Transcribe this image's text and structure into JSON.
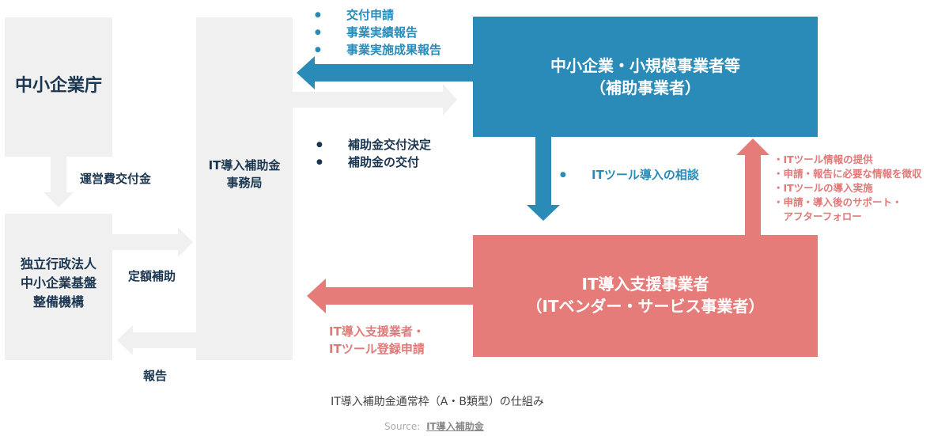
{
  "nodes": {
    "sme_agency": "中小企業庁",
    "smrj": [
      "独立行政法人",
      "中小企業基盤",
      "整備機構"
    ],
    "secretariat": [
      "IT導入補助金",
      "事務局"
    ],
    "sme_businesses": [
      "中小企業・小規模事業者等",
      "（補助事業者）"
    ],
    "it_vendor": [
      "IT導入支援事業者",
      "（ITベンダー・サービス事業者）"
    ]
  },
  "edge_labels": {
    "operating_grant": "運営費交付金",
    "fixed_subsidy": "定額補助",
    "report": "報告",
    "application_items": [
      "交付申請",
      "事業実績報告",
      "事業実施成果報告"
    ],
    "decision_items": [
      "補助金交付決定",
      "補助金の交付"
    ],
    "consult": "ITツール導入の相談",
    "vendor_register": [
      "IT導入支援業者・",
      "ITツール登録申請"
    ],
    "vendor_support": [
      "・ITツール情報の提供",
      "・申請・報告に必要な情報を徴収",
      "・ITツールの導入実施",
      "・申請・導入後のサポート・",
      "　アフターフォロー"
    ]
  },
  "caption": "IT導入補助金通常枠（A・B類型）の仕組み",
  "source_label": "Source:",
  "source_link": "IT導入補助金",
  "colors": {
    "blue": "#2a8ab8",
    "red": "#e57c7a",
    "gray": "#f0f0f0",
    "navy": "#1a3550"
  }
}
